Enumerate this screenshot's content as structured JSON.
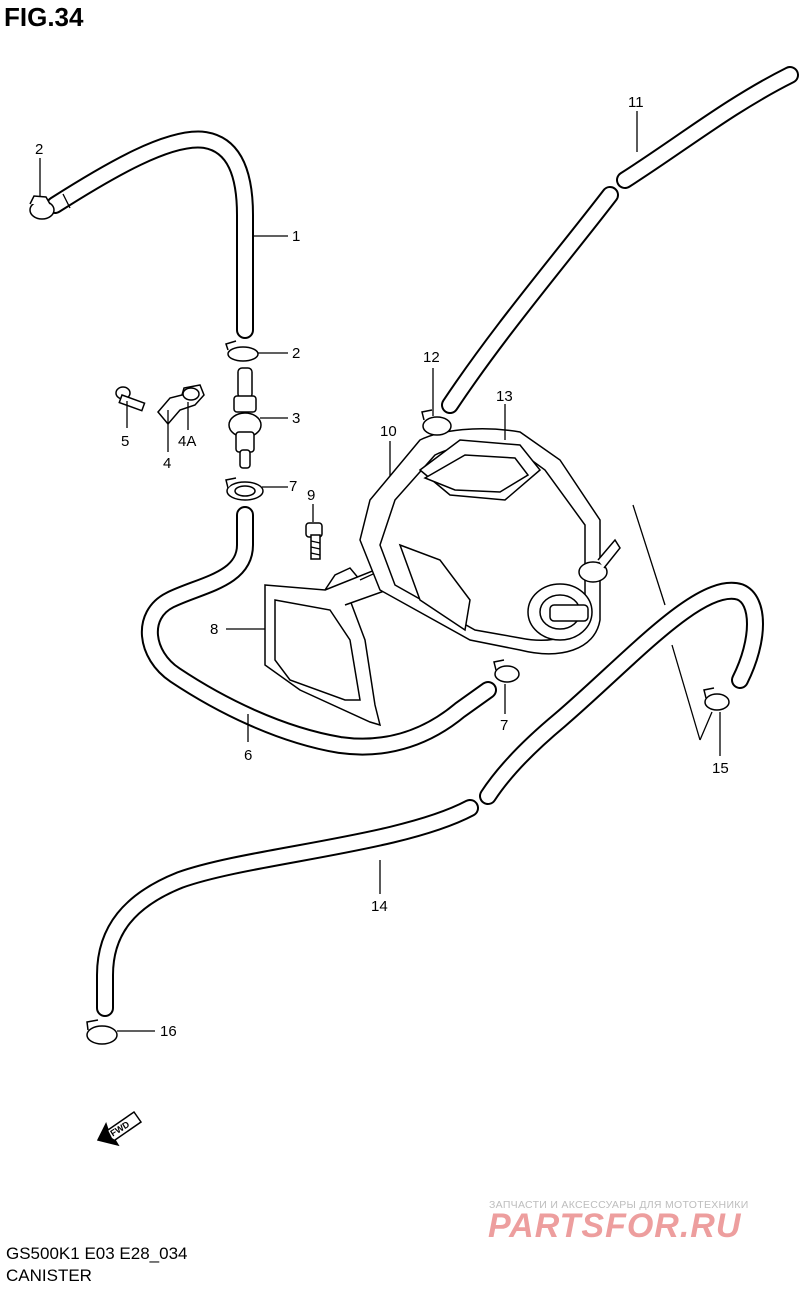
{
  "figure": {
    "title": "FIG.34",
    "model_code": "GS500K1 E03 E28_034",
    "name": "CANISTER"
  },
  "watermark": {
    "tagline": "ЗАПЧАСТИ И АКСЕССУАРЫ ДЛЯ МОТОТЕХНИКИ",
    "brand": "PARTSFOR.RU"
  },
  "direction_marker": {
    "label": "FWD",
    "icon": "arrow-icon"
  },
  "callouts": {
    "c1": "1",
    "c2a": "2",
    "c2b": "2",
    "c3": "3",
    "c4": "4",
    "c4a": "4A",
    "c5": "5",
    "c6": "6",
    "c7a": "7",
    "c7b": "7",
    "c8": "8",
    "c9": "9",
    "c10": "10",
    "c11": "11",
    "c12": "12",
    "c13": "13",
    "c14": "14",
    "c15": "15",
    "c16": "16"
  }
}
